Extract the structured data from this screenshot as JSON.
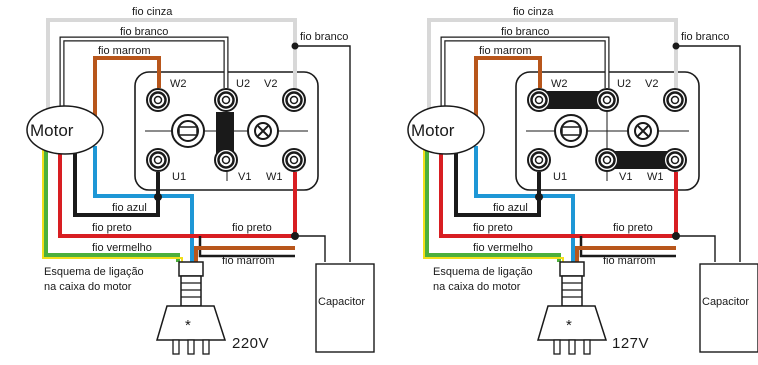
{
  "colors": {
    "gray_wire": "#d8d8d8",
    "white_wire": "#ffffff",
    "brown_wire": "#b8561b",
    "blue_wire": "#1e97d6",
    "black_wire": "#1a1a1a",
    "red_wire": "#d81e22",
    "green_wire": "#4caf3c",
    "yellow_wire": "#f2df1a",
    "outline": "#1a1a1a",
    "background": "#ffffff"
  },
  "diagrams": [
    {
      "wire_labels": {
        "cinza": "fio cinza",
        "branco_top": "fio branco",
        "branco_right": "fio branco",
        "marrom_top": "fio marrom",
        "azul": "fio azul",
        "preto_left": "fio preto",
        "preto_right": "fio preto",
        "vermelho": "fio vermelho",
        "marrom_bottom": "fio marrom"
      },
      "terminals": {
        "w2": "W2",
        "u2": "U2",
        "v2": "V2",
        "u1": "U1",
        "v1": "V1",
        "w1": "W1"
      },
      "motor_label": "Motor",
      "capacitor_label": "Capacitor",
      "caption_line1": "Esquema de ligação",
      "caption_line2": "na caixa do motor",
      "voltage": "220V",
      "plug_icon": "electrical-plug-icon"
    },
    {
      "wire_labels": {
        "cinza": "fio cinza",
        "branco_top": "fio branco",
        "branco_right": "fio branco",
        "marrom_top": "fio marrom",
        "azul": "fio azul",
        "preto_left": "fio preto",
        "preto_right": "fio preto",
        "vermelho": "fio vermelho",
        "marrom_bottom": "fio marrom"
      },
      "terminals": {
        "w2": "W2",
        "u2": "U2",
        "v2": "V2",
        "u1": "U1",
        "v1": "V1",
        "w1": "W1"
      },
      "motor_label": "Motor",
      "capacitor_label": "Capacitor",
      "caption_line1": "Esquema de ligação",
      "caption_line2": "na caixa do motor",
      "voltage": "127V",
      "plug_icon": "electrical-plug-icon"
    }
  ]
}
